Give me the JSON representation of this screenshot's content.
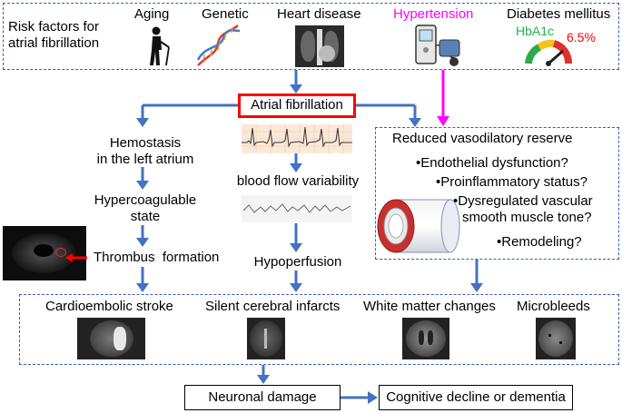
{
  "risk": {
    "title_line1": "Risk factors for",
    "title_line2": "atrial fibrillation",
    "aging": "Aging",
    "genetic": "Genetic",
    "heart_disease": "Heart disease",
    "hypertension": "Hypertension",
    "diabetes": "Diabetes mellitus",
    "hba1c": "HbA1c",
    "hba1c_value": "6.5%"
  },
  "center": {
    "af": "Atrial fibrillation"
  },
  "left": {
    "hemostasis_line1": "Hemostasis",
    "hemostasis_line2": "in the left atrium",
    "hyper_line1": "Hypercoagulable",
    "hyper_line2": "state",
    "thrombus": "Thrombus  formation"
  },
  "middle": {
    "bfv": "blood flow variability",
    "hypoperfusion": "Hypoperfusion"
  },
  "right": {
    "title": "Reduced vasodilatory reserve",
    "b1": "•Endothelial dysfunction?",
    "b2": "•Proinflammatory status?",
    "b3_line1": "•Dysregulated vascular",
    "b3_line2": "smooth muscle tone?",
    "b4": "•Remodeling?"
  },
  "outcomes": {
    "cardio": "Cardioembolic stroke",
    "silent": "Silent cerebral infarcts",
    "white": "White matter changes",
    "micro": "Microbleeds"
  },
  "bottom": {
    "neuronal": "Neuronal damage",
    "cognitive": "Cognitive decline or dementia"
  },
  "colors": {
    "arrow_blue": "#4472c4",
    "arrow_magenta": "#ff00ff",
    "dash_border": "#3a5fa8",
    "af_border": "#ff0000",
    "hypertension_text": "#ff00ff",
    "hba1c_text": "#22b14c",
    "hba1c_value_text": "#ff0000"
  }
}
